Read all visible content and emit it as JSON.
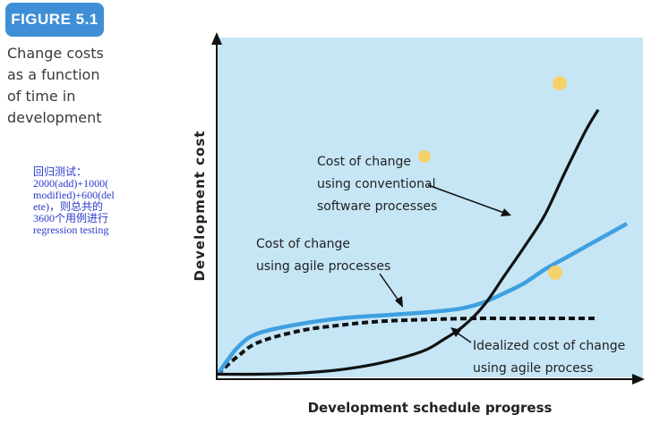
{
  "figure_label": "FIGURE 5.1",
  "caption_lines": [
    "Change costs",
    "as a function",
    "of time in",
    "development"
  ],
  "note_lines": [
    "回归测试：",
    "2000(add)+1000(",
    "modified)+600(del",
    "ete)，则总共的",
    "3600个用例进行",
    "regression testing"
  ],
  "chart_data": {
    "type": "line",
    "title": "",
    "xlabel": "Development schedule progress",
    "ylabel": "Development cost",
    "xlim": [
      0,
      100
    ],
    "ylim": [
      0,
      100
    ],
    "grid": false,
    "background": "#c6e6f6",
    "series": [
      {
        "name": "Cost of change using conventional software processes",
        "label_lines": [
          "Cost of change",
          "using conventional",
          "software processes"
        ],
        "color": "#111111",
        "style": "solid",
        "x": [
          0,
          10,
          20,
          30,
          40,
          50,
          55,
          60,
          65,
          70,
          75,
          80,
          85,
          90,
          93
        ],
        "y": [
          1,
          1,
          1.5,
          3,
          6,
          11,
          16,
          22,
          31,
          44,
          57,
          71,
          90,
          108,
          117
        ]
      },
      {
        "name": "Cost of change using agile processes",
        "label_lines": [
          "Cost of change",
          "using agile processes"
        ],
        "color": "#3fa0e0",
        "style": "solid",
        "x": [
          0,
          5,
          10,
          20,
          30,
          40,
          50,
          55,
          60,
          65,
          70,
          75,
          80,
          85,
          90,
          95,
          100
        ],
        "y": [
          1,
          13,
          19,
          23,
          25.5,
          26.8,
          28,
          28.8,
          30,
          32.5,
          36.5,
          41,
          47,
          52,
          57,
          62,
          67
        ]
      },
      {
        "name": "Idealized cost of change using agile process",
        "label_lines": [
          "Idealized cost of change",
          "using agile process"
        ],
        "color": "#111111",
        "style": "dashed",
        "x": [
          0,
          5,
          10,
          20,
          30,
          40,
          50,
          60,
          70,
          80,
          90,
          93
        ],
        "y": [
          1,
          9,
          15,
          20,
          22.5,
          24.2,
          24.9,
          25.4,
          25.5,
          25.5,
          25.5,
          25.5
        ]
      }
    ]
  },
  "colors": {
    "badge": "#3f8fd6",
    "dots": "#f6d169",
    "note_text": "#2a39c9"
  }
}
